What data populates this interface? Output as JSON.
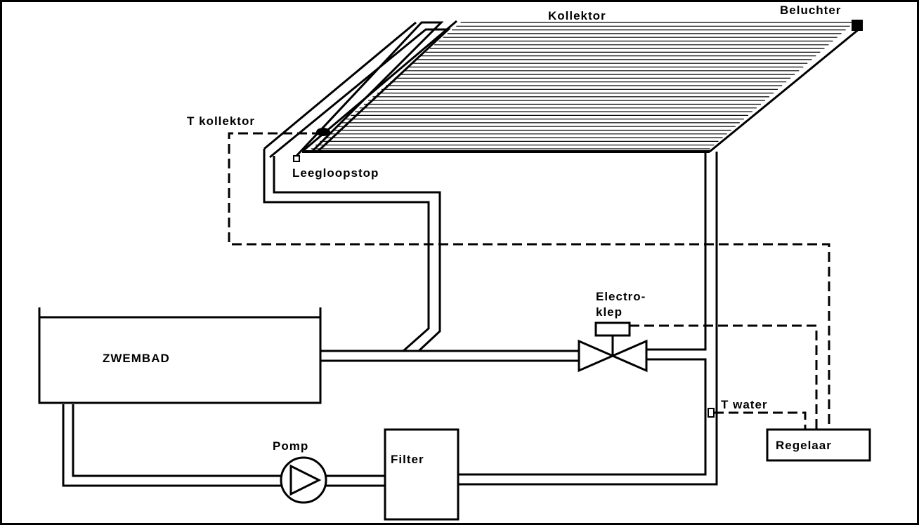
{
  "labels": {
    "kollektor": "Kollektor",
    "beluchter": "Beluchter",
    "t_kollektor": "T kollektor",
    "leegloopstop": "Leegloopstop",
    "electroklep_line1": "Electro-",
    "electroklep_line2": "klep",
    "zwembad": "ZWEMBAD",
    "t_water": "T water",
    "regelaar": "Regelaar",
    "pomp": "Pomp",
    "filter": "Filter"
  },
  "colors": {
    "line": "#000000",
    "background": "#ffffff"
  }
}
